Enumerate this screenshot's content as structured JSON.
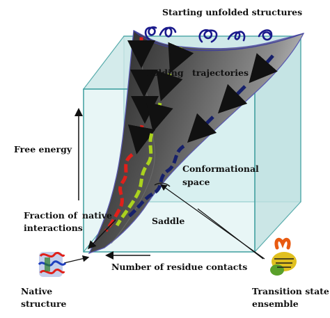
{
  "labels": {
    "start": "Starting unfolded structures",
    "trajectories_a": "Folding",
    "trajectories_b": "trajectories",
    "free_energy": "Free energy",
    "conf_a": "Conformational",
    "conf_b": "space",
    "fraction_a": "Fraction  of",
    "fraction_b": "native",
    "fraction_c": "interactions",
    "saddle": "Saddle",
    "contacts": "Number of residue contacts",
    "native_a": "Native",
    "native_b": "structure",
    "transition_a": "Transition state",
    "transition_b": "ensemble"
  },
  "colors": {
    "box_face": "#cfeaea",
    "box_edge": "#3d9e9e",
    "funnel_dark": "#2e2e2e",
    "funnel_light": "#b9b9b9",
    "trajectory_red": "#e0201a",
    "trajectory_yellow": "#aad21e",
    "trajectory_navy": "#16206a",
    "coil": "#1a1a8c"
  }
}
